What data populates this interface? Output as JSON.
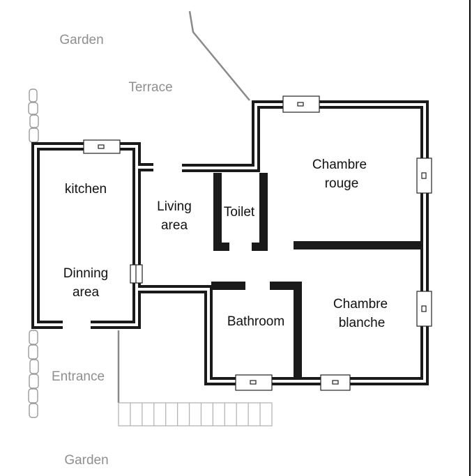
{
  "labels": {
    "garden_top": "Garden",
    "terrace": "Terrace",
    "entrance": "Entrance",
    "garden_bottom": "Garden"
  },
  "rooms": {
    "kitchen": "kitchen",
    "living_line1": "Living",
    "living_line2": "area",
    "toilet": "Toilet",
    "dining_line1": "Dinning",
    "dining_line2": "area",
    "bathroom": "Bathroom",
    "chambre_rouge_line1": "Chambre",
    "chambre_rouge_line2": "rouge",
    "chambre_blanche_line1": "Chambre",
    "chambre_blanche_line2": "blanche"
  },
  "colors": {
    "wall": "#1a1a1a",
    "exterior_text": "#8f8f8f",
    "room_text": "#111111",
    "path_line": "#8a8a8a",
    "steps": "#b5b5b5"
  }
}
